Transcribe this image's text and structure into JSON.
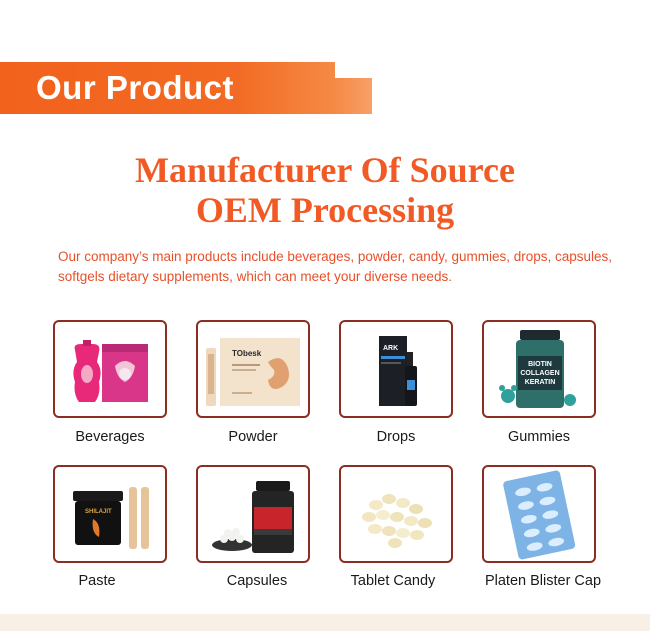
{
  "header": {
    "section_title": "Our Product"
  },
  "hero": {
    "headline_line1": "Manufacturer Of Source",
    "headline_line2": "OEM Processing",
    "description": "Our company’s main products include beverages, powder, candy, gummies, drops, capsules, softgels dietary supplements, which can meet your diverse needs."
  },
  "products": [
    {
      "label": "Beverages"
    },
    {
      "label": "Powder",
      "package_text": "TObesk"
    },
    {
      "label": "Drops",
      "package_text": "ARK"
    },
    {
      "label": "Gummies",
      "package_text": [
        "BIOTIN",
        "COLLAGEN",
        "KERATIN"
      ]
    },
    {
      "label": "Paste",
      "package_text": "SHILAJIT"
    },
    {
      "label": "Capsules"
    },
    {
      "label": "Tablet Candy"
    },
    {
      "label": "Platen Blister Cap"
    }
  ],
  "colors": {
    "accent": "#f15a24",
    "banner": "#f2621c",
    "card_border": "#8a2e22",
    "footer_band": "#f8efe6"
  }
}
